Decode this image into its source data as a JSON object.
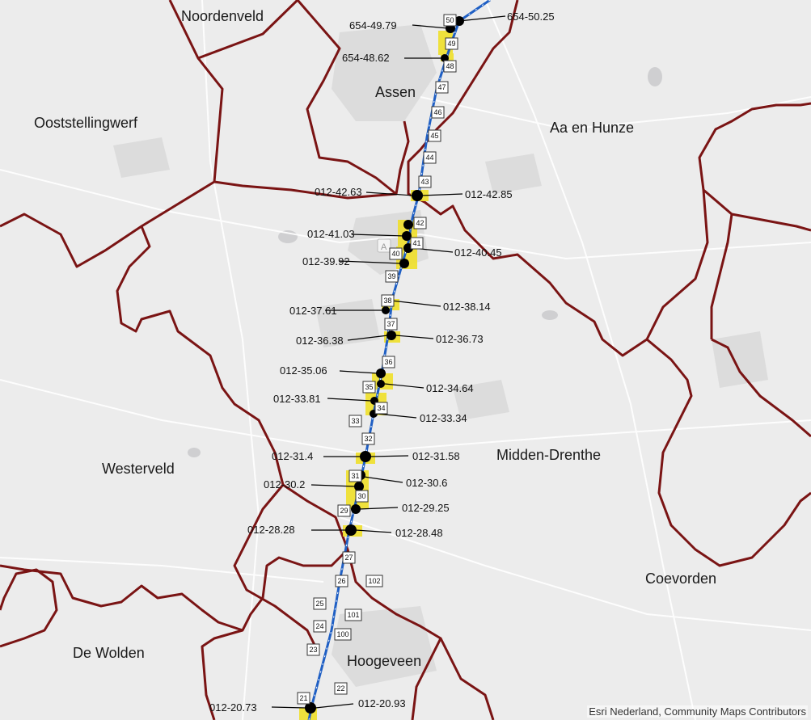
{
  "municipalities": [
    {
      "id": "noordenveld",
      "name": "Noordenveld"
    },
    {
      "id": "assen",
      "name": "Assen"
    },
    {
      "id": "ooststellingwerf",
      "name": "Ooststellingwerf"
    },
    {
      "id": "aa-en-hunze",
      "name": "Aa en Hunze"
    },
    {
      "id": "westerveld",
      "name": "Westerveld"
    },
    {
      "id": "midden-drenthe",
      "name": "Midden-Drenthe"
    },
    {
      "id": "coevorden",
      "name": "Coevorden"
    },
    {
      "id": "de-wolden",
      "name": "De Wolden"
    },
    {
      "id": "hoogeveen",
      "name": "Hoogeveen"
    }
  ],
  "km_markers": [
    "50",
    "49",
    "48",
    "47",
    "46",
    "45",
    "44",
    "43",
    "42",
    "41",
    "40",
    "39",
    "38",
    "37",
    "36",
    "35",
    "34",
    "33",
    "32",
    "31",
    "30",
    "29",
    "27",
    "26",
    "25",
    "24",
    "23",
    "22",
    "21",
    "102",
    "101",
    "100"
  ],
  "point_labels": [
    "654-49.79",
    "654-50.25",
    "654-48.62",
    "012-42.63",
    "012-42.85",
    "012-41.03",
    "012-40.45",
    "012-39.92",
    "012-37.61",
    "012-38.14",
    "012-36.38",
    "012-36.73",
    "012-35.06",
    "012-34.64",
    "012-33.81",
    "012-33.34",
    "012-31.4",
    "012-31.58",
    "012-30.2",
    "012-30.6",
    "012-29.25",
    "012-28.28",
    "012-28.48",
    "012-20.73",
    "012-20.93"
  ],
  "road_shield": "A",
  "attribution": "Esri Nederland, Community Maps Contributors",
  "colors": {
    "boundary": "#7a1414",
    "route": "#1f5fc4",
    "highlight": "#f0e02a",
    "point": "#000000"
  }
}
